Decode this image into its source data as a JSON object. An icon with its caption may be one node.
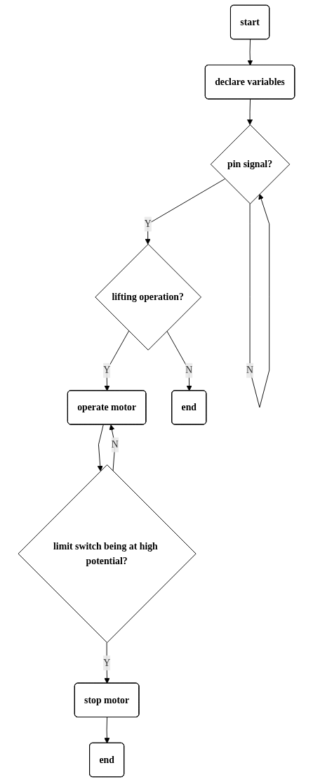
{
  "diagram": {
    "nodes": [
      {
        "text": [
          "start"
        ]
      },
      {
        "text": [
          "declare variables"
        ]
      },
      {
        "text": [
          "pin signal?"
        ]
      },
      {
        "text": [
          "lifting operation?"
        ]
      },
      {
        "text": [
          "operate motor"
        ]
      },
      {
        "text": [
          "end"
        ]
      },
      {
        "text": [
          "limit switch being at high potential?"
        ]
      },
      {
        "text": [
          "stop motor"
        ]
      },
      {
        "text": [
          "end"
        ]
      }
    ],
    "edges": [
      {
        "from": 0,
        "to": 1,
        "arrow": "to"
      },
      {
        "from": 1,
        "to": 2,
        "arrow": "to"
      },
      {
        "from": 2,
        "to": 2,
        "arrow": "to",
        "label": "N"
      },
      {
        "from": 2,
        "to": 3,
        "arrow": "to",
        "label": "Y"
      },
      {
        "from": 3,
        "to": 5,
        "arrow": "to",
        "label": "N"
      },
      {
        "from": 3,
        "to": 4,
        "arrow": "to",
        "label": "Y"
      },
      {
        "from": 4,
        "to": 6,
        "arrow": "to"
      },
      {
        "from": 6,
        "to": 4,
        "arrow": "to",
        "label": "N"
      },
      {
        "from": 6,
        "to": 7,
        "arrow": "to",
        "label": "Y"
      },
      {
        "from": 7,
        "to": 8,
        "arrow": "to"
      }
    ]
  }
}
